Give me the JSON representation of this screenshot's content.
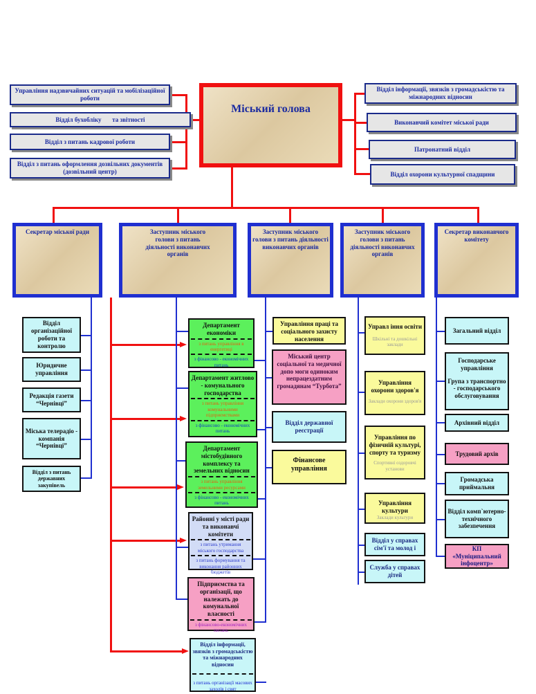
{
  "mayor": "Міський голова",
  "top_left": [
    "Управління надзвичайних ситуацій та мобілізаційної роботи",
    "Відділ бухобліку       та звітності",
    "Відділ з питань кадрової роботи",
    "Відділ з питань оформлення дозвільних документів (дозвільний центр)"
  ],
  "top_right": [
    "Відділ інформації, звязків з громадськістю та міжнародних відносин",
    "Виконавчий комітет міської ради",
    "Патронатний відділ",
    "Відділ охорони культурної спадщини"
  ],
  "leaders": [
    "Секретар міської ради",
    "Заступник міського голови з питань діяльності виконавчих органів",
    "Заступник міського голови з питань діяльності виконавчих органів",
    "Заступник міського голови з питань діяльності виконавчих органів",
    "Секретар виконавчого комітету"
  ],
  "col1": [
    "Відділ організаційної роботи та контролю",
    "Юридичне управління",
    "Редакція газети “Чернівці”",
    "Міська телерадіо - компанія “Чернівці”",
    "Відділ з питань державних закупівель"
  ],
  "col2": [
    {
      "title": "Департамент економіки",
      "notes": [
        "з питань управління в енергетиці",
        "з фінансово - економічних питань"
      ]
    },
    {
      "title": "Департамент житлово - комунального господарства",
      "notes": [
        "з питань управління комунальними підприємствами",
        "з фінансово - економічних питань"
      ]
    },
    {
      "title": "Департамент містобудівного комплексу та земельних відносин",
      "notes": [
        "з питань управління земельними ресурсами",
        "з фінансово - економічних питань"
      ]
    },
    {
      "title": "Районні у місті ради та виконавчі комітети",
      "notes": [
        "з питань утримання міського господарства",
        "з питань формування та виконання районних бюджетів"
      ]
    },
    {
      "title": "Підприємства та організації, що належать до комунальної власності",
      "notes": [
        "з фінансово-економічних питань"
      ]
    },
    {
      "title": "Відділ інформації, звязків з громадськістю та міжнародних відносин",
      "notes": [
        "з питань організації масових заходів і свят"
      ]
    }
  ],
  "col3": [
    "Управління праці та соціального захисту населення",
    "Міський центр соціальної та медичної допо  моги одиноким непрацездатним громадянам “Турбота”",
    "Відділ державної реєстрації",
    "Фінансове управління"
  ],
  "col4": [
    {
      "title": "Управл іння освіти",
      "note": "Шкільні та дошкільні заклади"
    },
    {
      "title": "Управління охорони здоров'я",
      "note": "Заклади охорони здоров'я"
    },
    {
      "title": "Управління по фізичній культурі, спорту та туризму",
      "note": "Спортивні оздоровчі установи"
    },
    {
      "title": "Управління культури",
      "note": "Заклади культури"
    },
    {
      "title": "Відділ у справах сім'ї та молод і",
      "note": ""
    },
    {
      "title": "Служба у справах дітей",
      "note": ""
    }
  ],
  "col5": [
    "Загальний відділ",
    "Господарське управління",
    "Група з транспортно - господарського обслуговування",
    "Архівний відділ",
    "Трудовий архів",
    "Громадська приймальня",
    "Відділ комп`ютерно-технічного забезпечення",
    "КП «Муніципальний інфоцентр»"
  ]
}
